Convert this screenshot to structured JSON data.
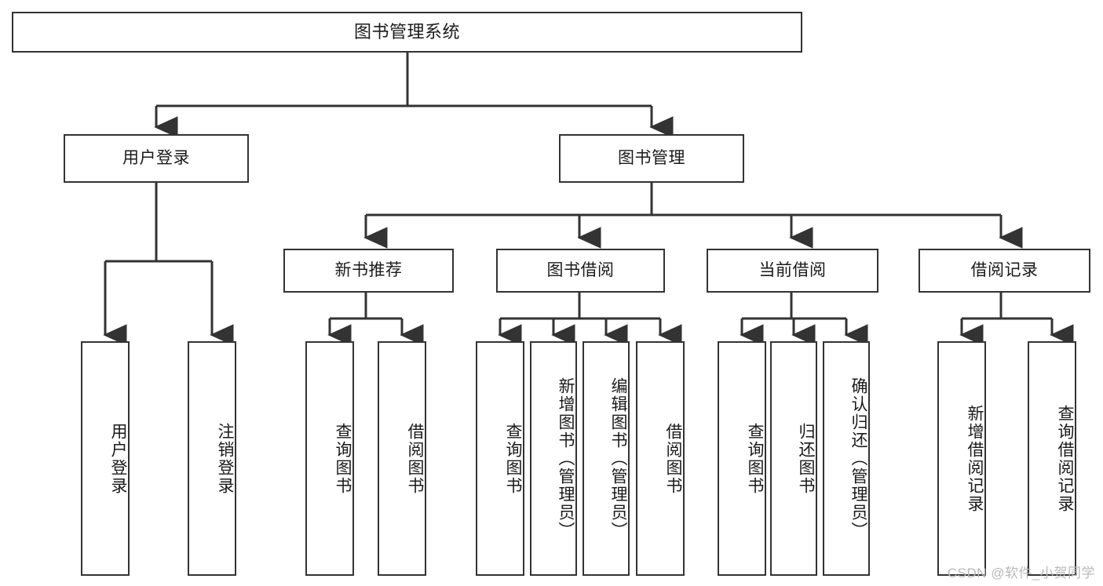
{
  "diagram": {
    "title": "图书管理系统",
    "type": "tree-hierarchy-chart",
    "orientation": "top-down",
    "colors": {
      "box_border": "#333333",
      "box_fill": "#ffffff",
      "edge": "#333333",
      "text": "#1a1a1a",
      "watermark": "#b9b9b9",
      "background": "#ffffff"
    },
    "root": {
      "id": "root",
      "label": "图书管理系统"
    },
    "level2": [
      {
        "id": "user-login",
        "label": "用户登录"
      },
      {
        "id": "book-manage",
        "label": "图书管理"
      }
    ],
    "level3": [
      {
        "id": "new-book-recommend",
        "label": "新书推荐",
        "parent": "book-manage"
      },
      {
        "id": "book-borrow",
        "label": "图书借阅",
        "parent": "book-manage"
      },
      {
        "id": "current-borrow",
        "label": "当前借阅",
        "parent": "book-manage"
      },
      {
        "id": "borrow-record",
        "label": "借阅记录",
        "parent": "book-manage"
      }
    ],
    "leaves": [
      {
        "id": "leaf-user-login",
        "label": "用户登录",
        "parent": "user-login"
      },
      {
        "id": "leaf-logout-login",
        "label": "注销登录",
        "parent": "user-login"
      },
      {
        "id": "leaf-query-book-rec",
        "label": "查询图书",
        "parent": "new-book-recommend"
      },
      {
        "id": "leaf-borrow-book-rec",
        "label": "借阅图书",
        "parent": "new-book-recommend"
      },
      {
        "id": "leaf-query-book-borrow",
        "label": "查询图书",
        "parent": "book-borrow"
      },
      {
        "id": "leaf-add-book-admin",
        "label": "新增图书（管理员）",
        "parent": "book-borrow"
      },
      {
        "id": "leaf-edit-book-admin",
        "label": "编辑图书（管理员）",
        "parent": "book-borrow"
      },
      {
        "id": "leaf-borrow-book",
        "label": "借阅图书",
        "parent": "book-borrow"
      },
      {
        "id": "leaf-query-book-cur",
        "label": "查询图书",
        "parent": "current-borrow"
      },
      {
        "id": "leaf-return-book",
        "label": "归还图书",
        "parent": "current-borrow"
      },
      {
        "id": "leaf-confirm-return-admin",
        "label": "确认归还（管理员）",
        "parent": "current-borrow"
      },
      {
        "id": "leaf-add-borrow-record",
        "label": "新增借阅记录",
        "parent": "borrow-record"
      },
      {
        "id": "leaf-query-borrow-record",
        "label": "查询借阅记录",
        "parent": "borrow-record"
      }
    ]
  },
  "watermark": {
    "text": "CSDN @软件_小贺同学"
  }
}
